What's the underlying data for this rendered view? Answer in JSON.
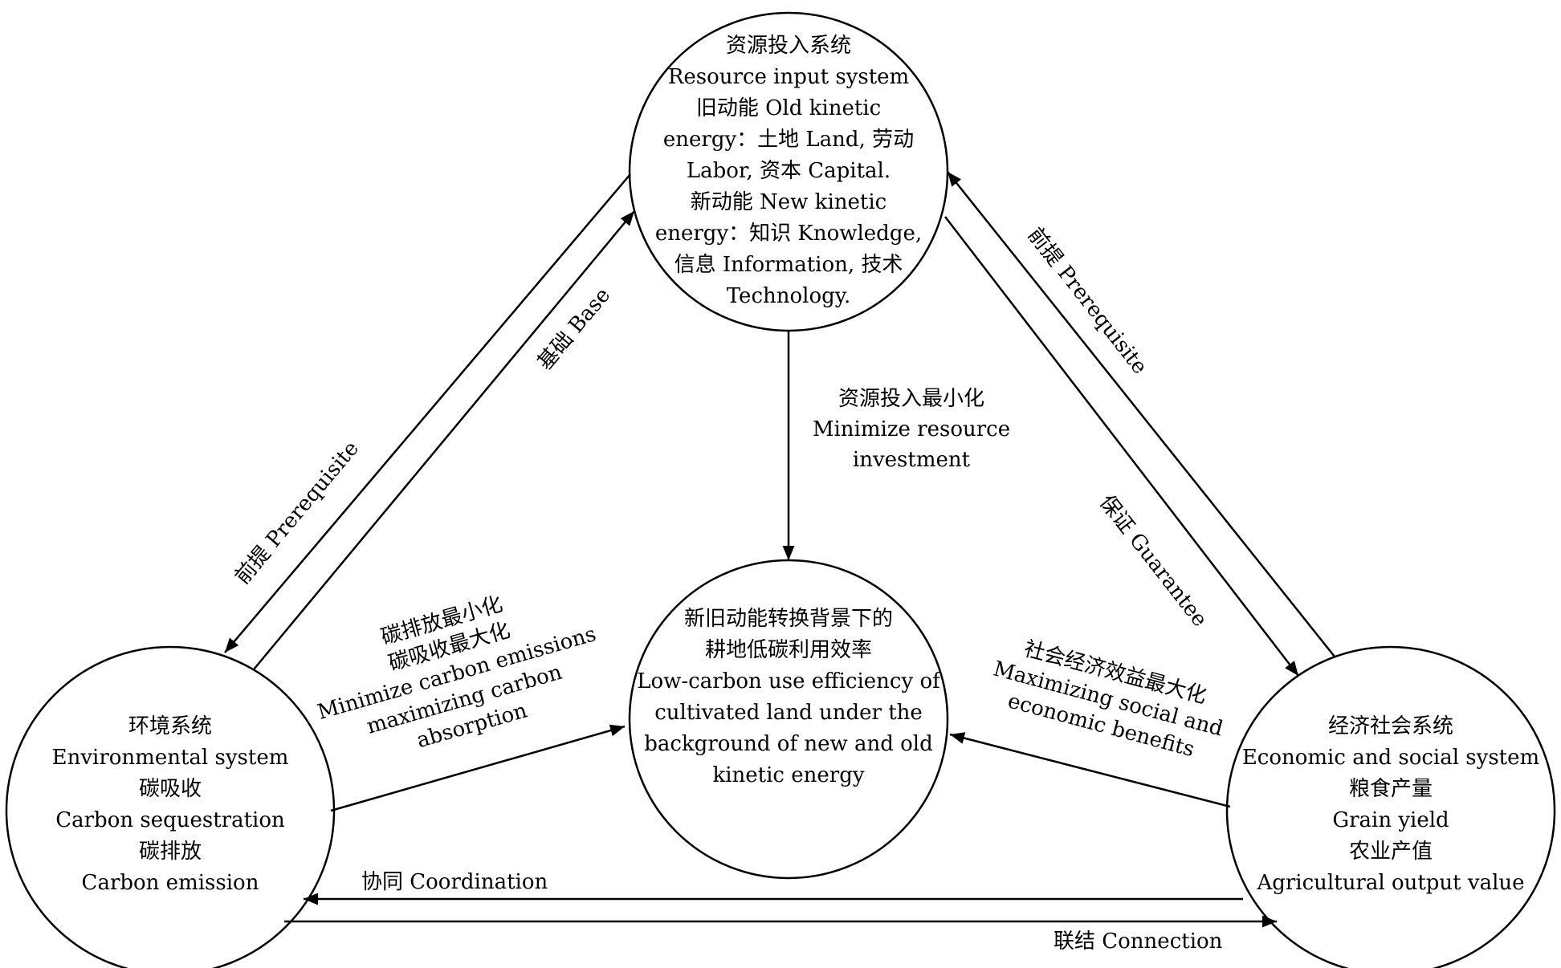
{
  "nodes": {
    "resource": {
      "lines": [
        "资源投入系统",
        "Resource input system",
        "旧动能 Old kinetic",
        "energy：土地 Land, 劳动",
        "Labor, 资本 Capital.",
        "新动能 New kinetic",
        "energy：知识 Knowledge,",
        "信息 Information, 技术",
        "Technology."
      ]
    },
    "center": {
      "lines": [
        "新旧动能转换背景下的",
        "耕地低碳利用效率",
        "Low-carbon use efficiency of",
        "cultivated land under the",
        "background of new and old",
        "kinetic energy"
      ]
    },
    "environment": {
      "lines": [
        "环境系统",
        "Environmental system",
        "碳吸收",
        "Carbon sequestration",
        "碳排放",
        "Carbon emission"
      ]
    },
    "economic": {
      "lines": [
        "经济社会系统",
        "Economic and social system",
        "粮食产量",
        "Grain yield",
        "农业产值",
        "Agricultural output value"
      ]
    }
  },
  "edges": {
    "res_to_env": "前提 Prerequisite",
    "env_to_res": "基础 Base",
    "res_to_eco": "前提 Prerequisite",
    "eco_to_res": "保证 Guarantee",
    "res_to_center": [
      "资源投入最小化",
      "Minimize resource",
      "investment"
    ],
    "env_to_center": [
      "碳排放最小化",
      "碳吸收最大化",
      "Minimize carbon emissions",
      "maximizing carbon",
      "absorption"
    ],
    "eco_to_center": [
      "社会经济效益最大化",
      "Maximizing social and",
      "economic benefits"
    ],
    "eco_to_env": "协同 Coordination",
    "env_to_eco": "联结 Connection"
  }
}
